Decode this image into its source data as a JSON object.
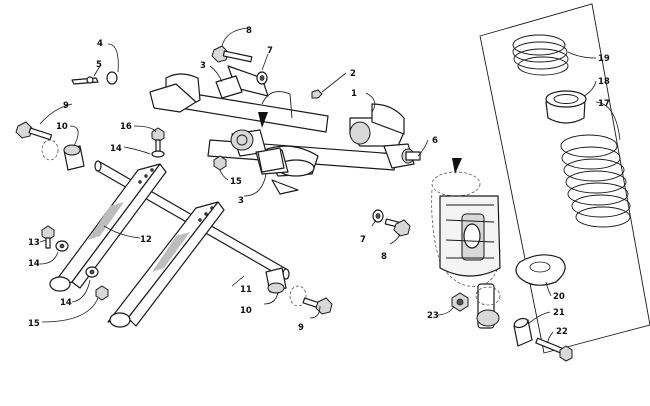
{
  "callouts": {
    "c1": "1",
    "c2": "2",
    "c3a": "3",
    "c3b": "3",
    "c4": "4",
    "c5": "5",
    "c6": "6",
    "c7a": "7",
    "c7b": "7",
    "c8a": "8",
    "c8b": "8",
    "c9a": "9",
    "c9b": "9",
    "c10a": "10",
    "c10b": "10",
    "c11": "11",
    "c12": "12",
    "c13": "13",
    "c14a": "14",
    "c14b": "14",
    "c14c": "14",
    "c15a": "15",
    "c15b": "15",
    "c16": "16",
    "c17": "17",
    "c18": "18",
    "c19": "19",
    "c20": "20",
    "c21": "21",
    "c22": "22",
    "c23": "23"
  },
  "colors": {
    "line": "#1a1a1a",
    "fill": "#ffffff",
    "shade": "#d8d8d8"
  }
}
